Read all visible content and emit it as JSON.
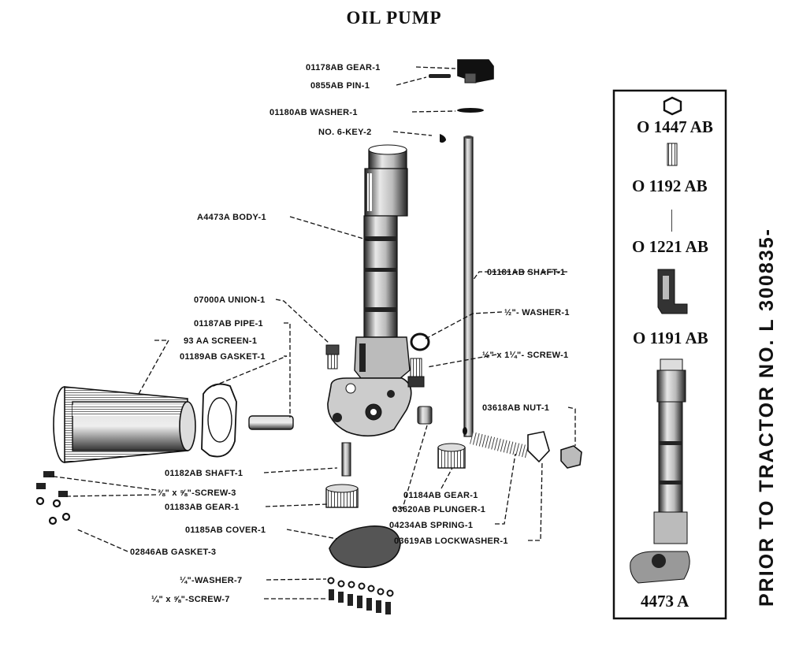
{
  "title": "OIL PUMP",
  "parts": {
    "gear_top": "01178AB GEAR-1",
    "pin": "0855AB PIN-1",
    "washer_top": "01180AB WASHER-1",
    "key": "NO. 6-KEY-2",
    "body": "A4473A BODY-1",
    "shaft_long": "01181AB SHAFT-1",
    "union": "07000A UNION-1",
    "pipe": "01187AB PIPE-1",
    "screen": "93 AA SCREEN-1",
    "gasket_screen": "01189AB GASKET-1",
    "washer_half": "½\"- WASHER-1",
    "screw_half": "½\" x 1¼\"- SCREW-1",
    "nut": "03618AB NUT-1",
    "shaft_short": "01182AB SHAFT-1",
    "screw_38": "⅜\" x ⅝\"-SCREW-3",
    "gear_small": "01183AB GEAR-1",
    "gear_1184": "01184AB GEAR-1",
    "plunger": "03620AB PLUNGER-1",
    "cover": "01185AB COVER-1",
    "spring": "04234AB SPRING-1",
    "gasket_cover": "02846AB GASKET-3",
    "lockwasher": "03619AB LOCKWASHER-1",
    "washer_quarter": "¼\"-WASHER-7",
    "screw_quarter": "¼\" x ⅝\"-SCREW-7"
  },
  "inset": {
    "items": [
      "O 1447 AB",
      "O 1192 AB",
      "O 1221 AB",
      "O 1191 AB",
      "4473 A"
    ],
    "side_note": "PRIOR TO TRACTOR NO. L 300835-"
  }
}
